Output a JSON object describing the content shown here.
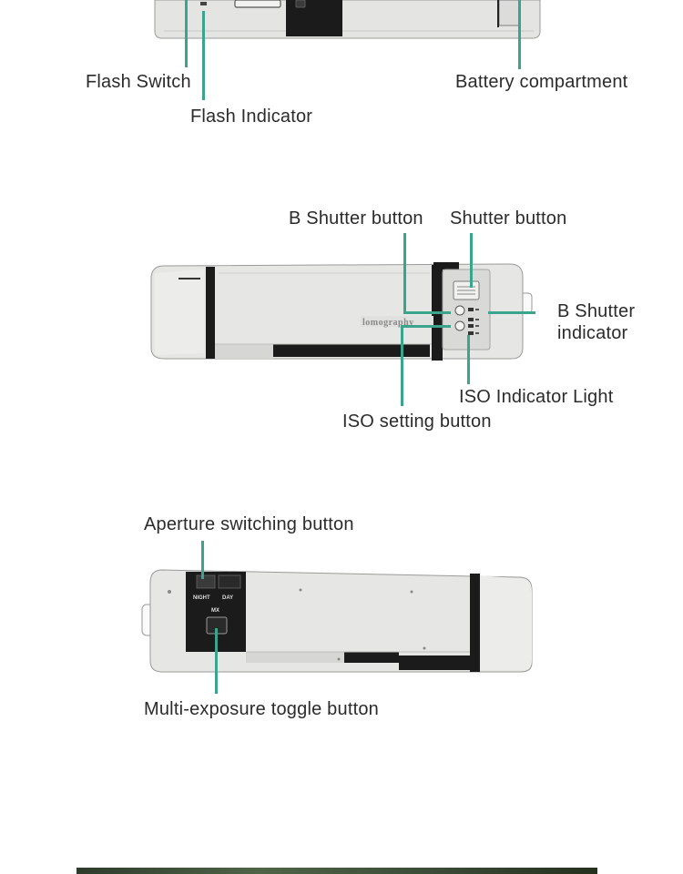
{
  "callouts": {
    "flash_switch": "Flash Switch",
    "flash_indicator": "Flash Indicator",
    "battery_compartment": "Battery compartment",
    "b_shutter_button": "B Shutter button",
    "shutter_button": "Shutter button",
    "b_shutter_indicator_line1": "B Shutter",
    "b_shutter_indicator_line2": "indicator",
    "iso_indicator_light": "ISO Indicator Light",
    "iso_setting_button": "ISO setting button",
    "aperture_switching_button": "Aperture switching button",
    "multi_exposure_toggle_button": "Multi-exposure toggle button"
  },
  "camera_markings": {
    "brand": "lomography",
    "night": "NIGHT",
    "day": "DAY",
    "multi_exposure": "MX"
  },
  "colors": {
    "leader_line": "#3aa58c",
    "camera_body": "#e4e4e2",
    "camera_dark": "#1b1b1b"
  }
}
